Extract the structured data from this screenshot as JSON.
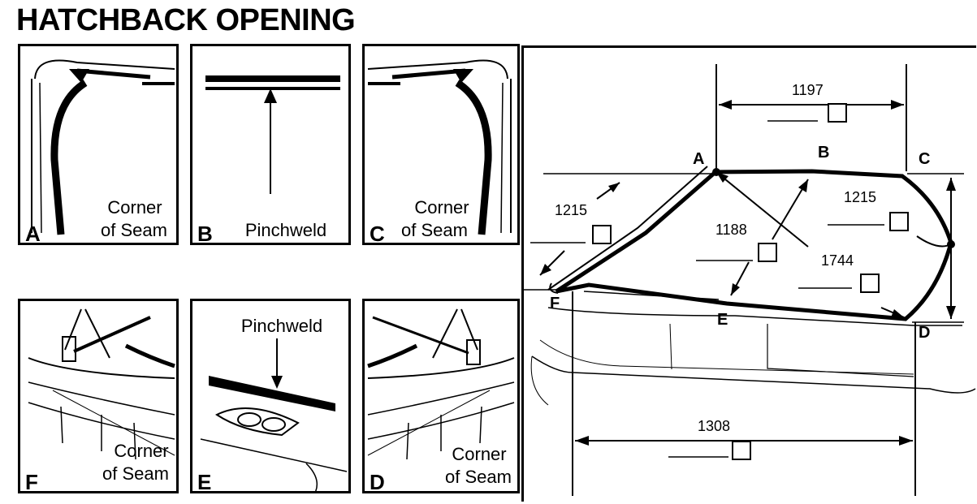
{
  "title": "HATCHBACK OPENING",
  "panels": {
    "a": {
      "letter": "A",
      "caption_line1": "Corner",
      "caption_line2": "of Seam"
    },
    "b": {
      "letter": "B",
      "caption": "Pinchweld"
    },
    "c": {
      "letter": "C",
      "caption_line1": "Corner",
      "caption_line2": "of Seam"
    },
    "f": {
      "letter": "F",
      "caption_line1": "Corner",
      "caption_line2": "of Seam"
    },
    "e": {
      "letter": "E",
      "caption": "Pinchweld"
    },
    "d": {
      "letter": "D",
      "caption_line1": "Corner",
      "caption_line2": "of Seam"
    }
  },
  "diagram": {
    "points": {
      "a": "A",
      "b": "B",
      "c": "C",
      "d": "D",
      "e": "E",
      "f": "F"
    },
    "dims": {
      "top": "1197",
      "left": "1215",
      "right": "1215",
      "center": "1188",
      "diagonal": "1744",
      "bottom": "1308"
    }
  }
}
